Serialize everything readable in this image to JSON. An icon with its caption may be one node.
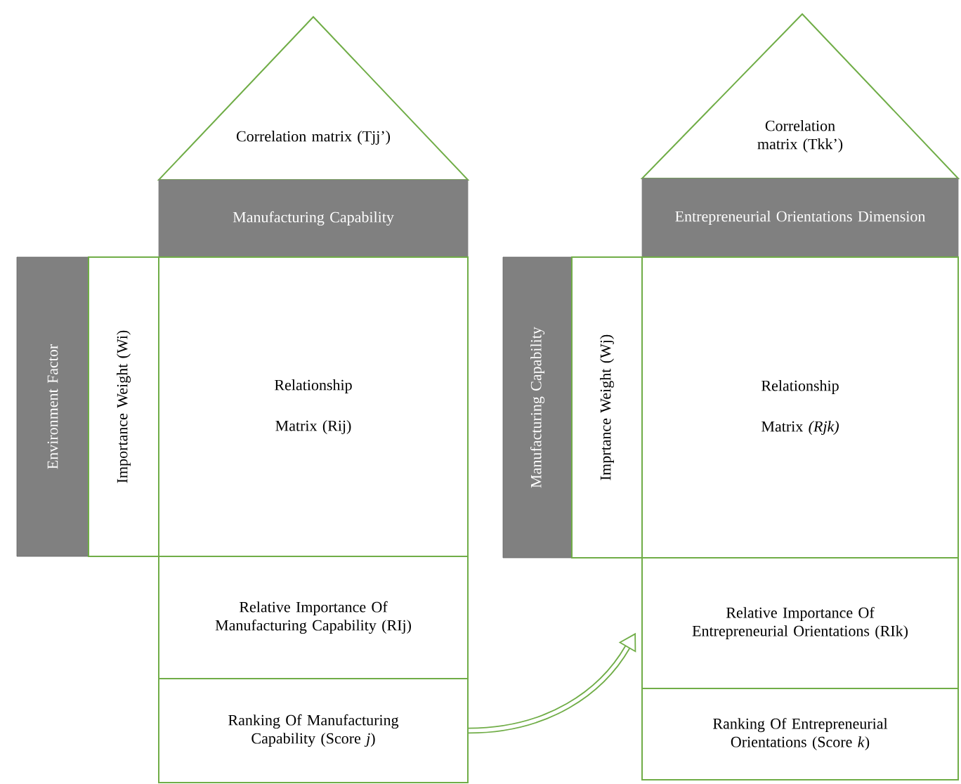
{
  "diagram": {
    "nodes": [
      {
        "text": [
          "Correlation matrix (Tjj’)"
        ]
      },
      {
        "text": [
          "Manufacturing Capability"
        ]
      },
      {
        "text": [
          "Environment Factor"
        ]
      },
      {
        "text": [
          "Importance Weight (Wi)"
        ]
      },
      {
        "text": [
          "Relationship",
          "Matrix (Rij)"
        ]
      },
      {
        "text": [
          "Relative Importance Of Manufacturing Capability (RIj)"
        ]
      },
      {
        "text": [
          "Ranking Of Manufacturing Capability (Score *j*)"
        ]
      },
      {
        "text": [
          "Correlation matrix (Tkk’)"
        ]
      },
      {
        "text": [
          "Entrepreneurial Orientations Dimension"
        ]
      },
      {
        "text": [
          "Manufacturing Capability"
        ]
      },
      {
        "text": [
          "Imprtance Weight (Wj)"
        ]
      },
      {
        "text": [
          "Relationship",
          "Matrix *(Rjk)*"
        ]
      },
      {
        "text": [
          "Relative Importance Of Entrepreneurial Orientations (RIk)"
        ]
      },
      {
        "text": [
          "Ranking Of Entrepreneurial Orientations (Score *k*)"
        ]
      }
    ],
    "edges": [
      {
        "from": 6,
        "to": 12,
        "arrow": "to"
      }
    ]
  }
}
